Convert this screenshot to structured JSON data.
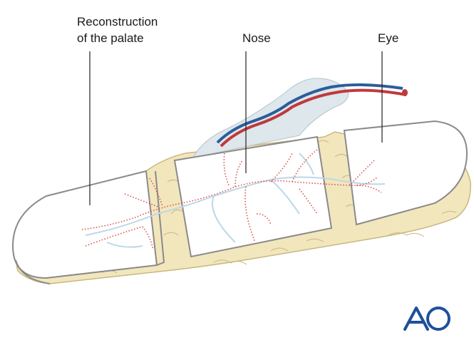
{
  "labels": {
    "palate_line1": "Reconstruction",
    "palate_line2": "of the palate",
    "nose": "Nose",
    "eye": "Eye"
  },
  "logo": {
    "text": "AO",
    "color": "#1f4f9c"
  },
  "colors": {
    "fat": "#f2e6bd",
    "fat_outline": "#c9b77f",
    "skin": "#ffffff",
    "skin_outline": "#8a8a8a",
    "vessel_red": "#d9534f",
    "vessel_blue": "#2b5d9a",
    "vessel_faint": "#bcd7e8",
    "pedicle": "#dde7ec"
  }
}
